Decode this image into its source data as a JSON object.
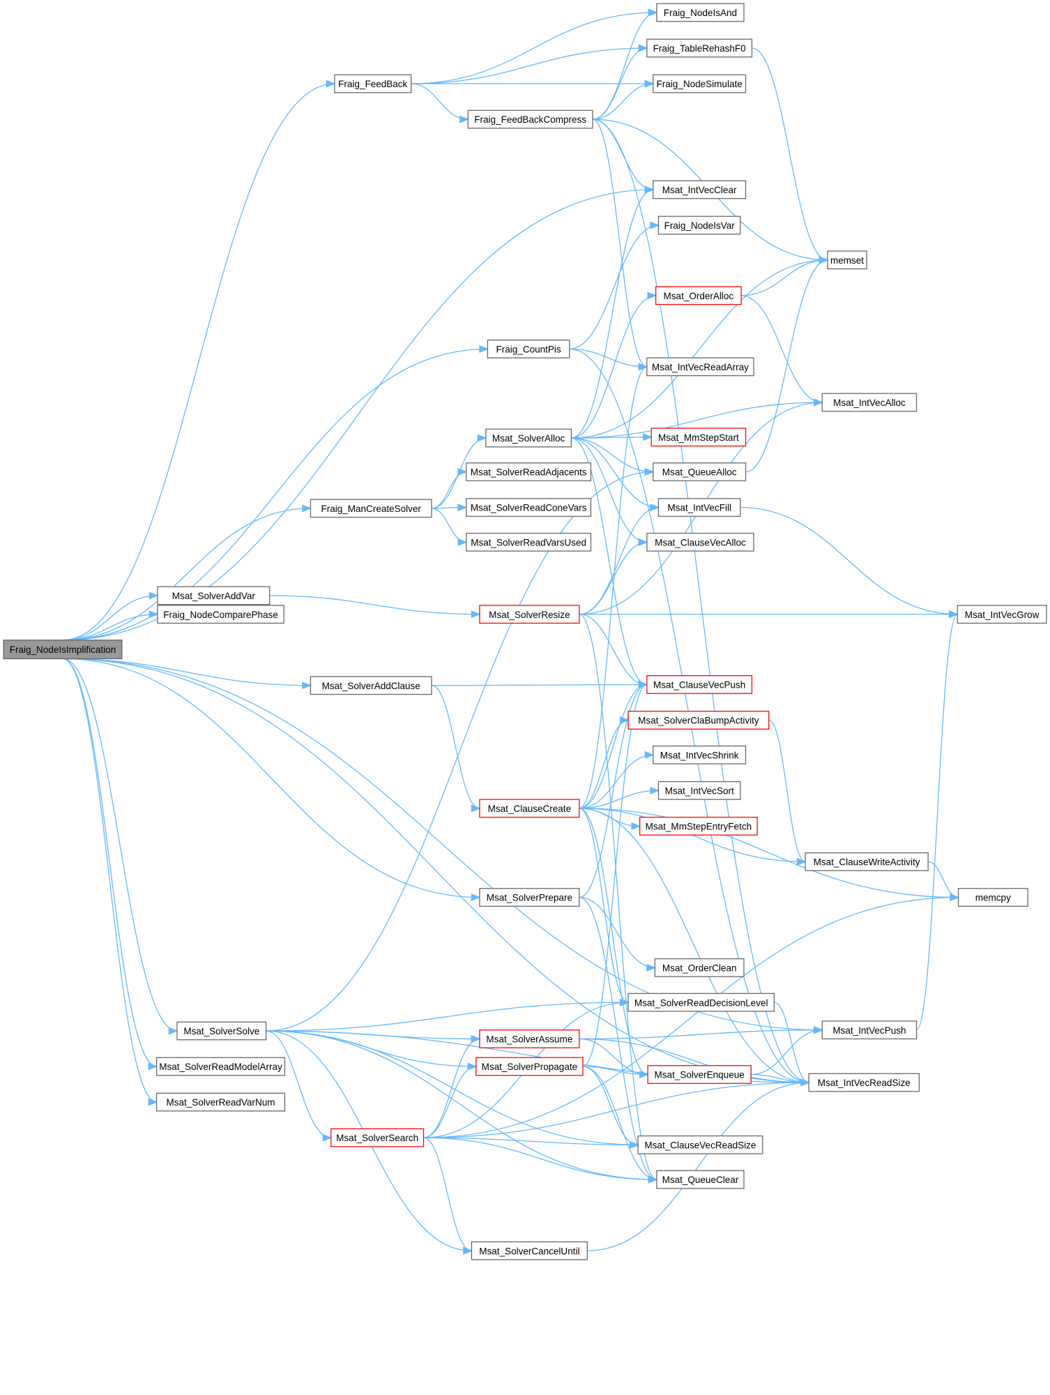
{
  "colors": {
    "edge": "#63b8ff",
    "root_fill": "#999999",
    "highlight_border": "#ff0000",
    "border": "#666666"
  },
  "nodes": {
    "root": "Fraig_NodeIsImplification",
    "feedback": "Fraig_FeedBack",
    "feedbackcompress": "Fraig_FeedBackCompress",
    "nodeisand": "Fraig_NodeIsAnd",
    "tablerehash": "Fraig_TableRehashF0",
    "nodesimulate": "Fraig_NodeSimulate",
    "intvecclear": "Msat_IntVecClear",
    "nodeisvar": "Fraig_NodeIsVar",
    "memset": "memset",
    "orderalloc": "Msat_OrderAlloc",
    "countpis": "Fraig_CountPis",
    "intvecreadarray": "Msat_IntVecReadArray",
    "intvecalloc": "Msat_IntVecAlloc",
    "solveralloc": "Msat_SolverAlloc",
    "mmstepstart": "Msat_MmStepStart",
    "readadjacents": "Msat_SolverReadAdjacents",
    "queuealloc": "Msat_QueueAlloc",
    "mancreatesolver": "Fraig_ManCreateSolver",
    "readconevars": "Msat_SolverReadConeVars",
    "intvecfill": "Msat_IntVecFill",
    "readvarsused": "Msat_SolverReadVarsUsed",
    "clausevecalloc": "Msat_ClauseVecAlloc",
    "solveraddvar": "Msat_SolverAddVar",
    "solverresize": "Msat_SolverResize",
    "intvecgrow": "Msat_IntVecGrow",
    "nodecomparephase": "Fraig_NodeComparePhase",
    "solveraddclause": "Msat_SolverAddClause",
    "clausevecpush": "Msat_ClauseVecPush",
    "clabumpactivity": "Msat_SolverClaBumpActivity",
    "intvecshrink": "Msat_IntVecShrink",
    "intvecsort": "Msat_IntVecSort",
    "clausecreate": "Msat_ClauseCreate",
    "mmstepentryfetch": "Msat_MmStepEntryFetch",
    "clausewriteactivity": "Msat_ClauseWriteActivity",
    "memcpy": "memcpy",
    "solverprepare": "Msat_SolverPrepare",
    "orderclean": "Msat_OrderClean",
    "readdecisionlevel": "Msat_SolverReadDecisionLevel",
    "intvecpush": "Msat_IntVecPush",
    "solversolve": "Msat_SolverSolve",
    "solverassume": "Msat_SolverAssume",
    "solverpropagate": "Msat_SolverPropagate",
    "solverenqueue": "Msat_SolverEnqueue",
    "intvecreadsize": "Msat_IntVecReadSize",
    "readmodelarray": "Msat_SolverReadModelArray",
    "solversearch": "Msat_SolverSearch",
    "clausevecreadsize": "Msat_ClauseVecReadSize",
    "queueclear": "Msat_QueueClear",
    "readvarnum": "Msat_SolverReadVarNum",
    "canceluntil": "Msat_SolverCancelUntil"
  },
  "edges": [
    [
      "root",
      "feedback"
    ],
    [
      "root",
      "intvecclear"
    ],
    [
      "root",
      "countpis"
    ],
    [
      "root",
      "mancreatesolver"
    ],
    [
      "root",
      "solveraddvar"
    ],
    [
      "root",
      "nodecomparephase"
    ],
    [
      "root",
      "intvecpush"
    ],
    [
      "root",
      "solveraddclause"
    ],
    [
      "root",
      "solverprepare"
    ],
    [
      "root",
      "solversolve"
    ],
    [
      "root",
      "readmodelarray"
    ],
    [
      "root",
      "readvarnum"
    ],
    [
      "root",
      "intvecreadsize"
    ],
    [
      "feedback",
      "nodeisand"
    ],
    [
      "feedback",
      "tablerehash"
    ],
    [
      "feedback",
      "nodesimulate"
    ],
    [
      "feedback",
      "feedbackcompress"
    ],
    [
      "feedbackcompress",
      "nodeisand"
    ],
    [
      "feedbackcompress",
      "tablerehash"
    ],
    [
      "feedbackcompress",
      "nodesimulate"
    ],
    [
      "feedbackcompress",
      "memset"
    ],
    [
      "feedbackcompress",
      "intvecclear"
    ],
    [
      "feedbackcompress",
      "intvecreadarray"
    ],
    [
      "feedbackcompress",
      "intvecreadsize"
    ],
    [
      "tablerehash",
      "memset"
    ],
    [
      "countpis",
      "nodeisvar"
    ],
    [
      "countpis",
      "intvecreadarray"
    ],
    [
      "countpis",
      "intvecreadsize"
    ],
    [
      "mancreatesolver",
      "solveralloc"
    ],
    [
      "mancreatesolver",
      "readadjacents"
    ],
    [
      "mancreatesolver",
      "readconevars"
    ],
    [
      "mancreatesolver",
      "readvarsused"
    ],
    [
      "solveralloc",
      "memset"
    ],
    [
      "solveralloc",
      "orderalloc"
    ],
    [
      "solveralloc",
      "intvecalloc"
    ],
    [
      "solveralloc",
      "mmstepstart"
    ],
    [
      "solveralloc",
      "queuealloc"
    ],
    [
      "solveralloc",
      "intvecfill"
    ],
    [
      "solveralloc",
      "clausevecalloc"
    ],
    [
      "solveralloc",
      "clausevecpush"
    ],
    [
      "solveralloc",
      "intvecclear"
    ],
    [
      "orderalloc",
      "memset"
    ],
    [
      "orderalloc",
      "intvecalloc"
    ],
    [
      "queuealloc",
      "memset"
    ],
    [
      "intvecfill",
      "intvecgrow"
    ],
    [
      "solveraddvar",
      "solverresize"
    ],
    [
      "solverresize",
      "intvecalloc"
    ],
    [
      "solverresize",
      "intvecfill"
    ],
    [
      "solverresize",
      "clausevecalloc"
    ],
    [
      "solverresize",
      "intvecgrow"
    ],
    [
      "solverresize",
      "clausevecpush"
    ],
    [
      "solverresize",
      "queueclear"
    ],
    [
      "solveraddclause",
      "clausevecpush"
    ],
    [
      "solveraddclause",
      "clausecreate"
    ],
    [
      "clausecreate",
      "intvecreadarray"
    ],
    [
      "clausecreate",
      "clausevecpush"
    ],
    [
      "clausecreate",
      "clabumpactivity"
    ],
    [
      "clausecreate",
      "intvecshrink"
    ],
    [
      "clausecreate",
      "intvecsort"
    ],
    [
      "clausecreate",
      "mmstepentryfetch"
    ],
    [
      "clausecreate",
      "clausewriteactivity"
    ],
    [
      "clausecreate",
      "memcpy"
    ],
    [
      "clausecreate",
      "readdecisionlevel"
    ],
    [
      "clausecreate",
      "solverenqueue"
    ],
    [
      "clausecreate",
      "intvecreadsize"
    ],
    [
      "clabumpactivity",
      "clausewriteactivity"
    ],
    [
      "clausewriteactivity",
      "memcpy"
    ],
    [
      "solverprepare",
      "clausevecpush"
    ],
    [
      "solverprepare",
      "orderclean"
    ],
    [
      "solverprepare",
      "queueclear"
    ],
    [
      "solversolve",
      "queuealloc"
    ],
    [
      "solversolve",
      "readdecisionlevel"
    ],
    [
      "solversolve",
      "solverassume"
    ],
    [
      "solversolve",
      "solverpropagate"
    ],
    [
      "solversolve",
      "solversearch"
    ],
    [
      "solversolve",
      "clausevecreadsize"
    ],
    [
      "solversolve",
      "canceluntil"
    ],
    [
      "solversolve",
      "intvecreadsize"
    ],
    [
      "solversolve",
      "queueclear"
    ],
    [
      "solverassume",
      "intvecpush"
    ],
    [
      "solverassume",
      "solverenqueue"
    ],
    [
      "solverassume",
      "intvecreadsize"
    ],
    [
      "solverpropagate",
      "clausevecpush"
    ],
    [
      "solverpropagate",
      "solverenqueue"
    ],
    [
      "solverpropagate",
      "clausevecreadsize"
    ],
    [
      "solverpropagate",
      "queueclear"
    ],
    [
      "solverenqueue",
      "intvecpush"
    ],
    [
      "solverenqueue",
      "intvecreadsize"
    ],
    [
      "solversearch",
      "solverassume"
    ],
    [
      "solversearch",
      "solverpropagate"
    ],
    [
      "solversearch",
      "readdecisionlevel"
    ],
    [
      "solversearch",
      "clausevecreadsize"
    ],
    [
      "solversearch",
      "queueclear"
    ],
    [
      "solversearch",
      "intvecreadsize"
    ],
    [
      "solversearch",
      "canceluntil"
    ],
    [
      "solversearch",
      "memcpy"
    ],
    [
      "canceluntil",
      "intvecreadsize"
    ],
    [
      "readdecisionlevel",
      "intvecreadsize"
    ],
    [
      "intvecpush",
      "intvecgrow"
    ]
  ]
}
